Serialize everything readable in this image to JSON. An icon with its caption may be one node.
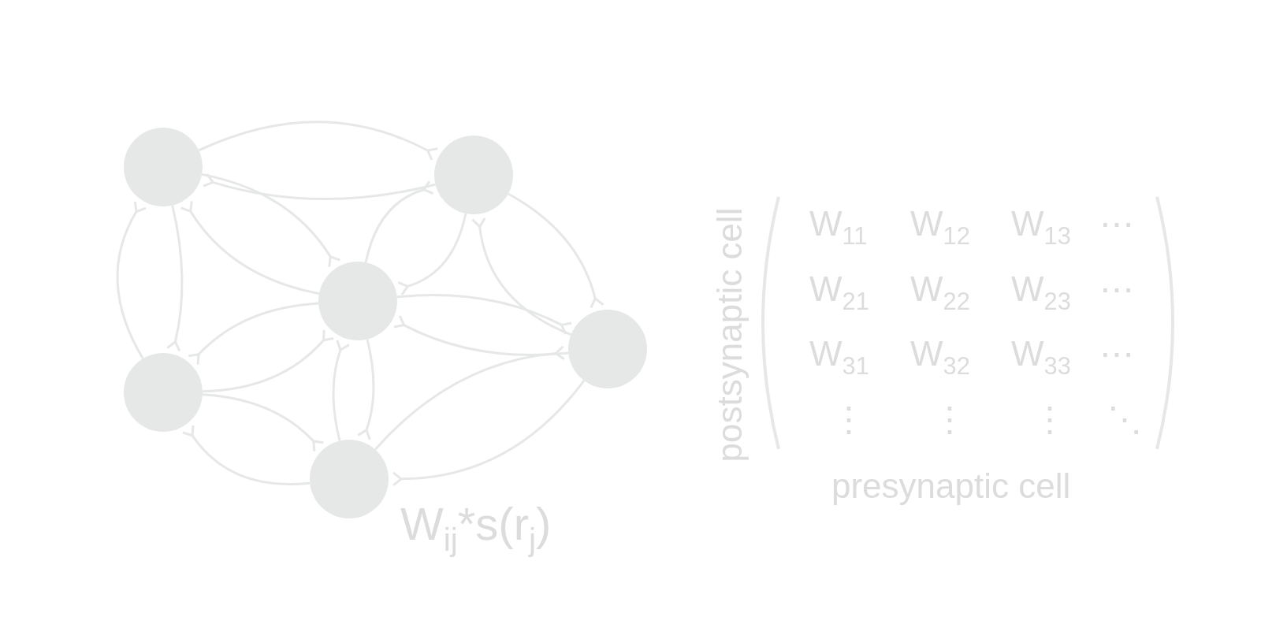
{
  "diagram": {
    "nodes": [
      {
        "text": [],
        "shape": "circle"
      },
      {
        "text": [],
        "shape": "circle"
      },
      {
        "text": [],
        "shape": "circle"
      },
      {
        "text": [],
        "shape": "circle"
      },
      {
        "text": [],
        "shape": "circle"
      },
      {
        "text": [],
        "shape": "circle"
      }
    ],
    "edges": [
      {
        "from": 0,
        "to": 1,
        "arrow": "other"
      },
      {
        "from": 1,
        "to": 0,
        "arrow": "other"
      },
      {
        "from": 0,
        "to": 2,
        "arrow": "other"
      },
      {
        "from": 2,
        "to": 0,
        "arrow": "other"
      },
      {
        "from": 0,
        "to": 4,
        "arrow": "other"
      },
      {
        "from": 4,
        "to": 0,
        "arrow": "other"
      },
      {
        "from": 2,
        "to": 1,
        "arrow": "other"
      },
      {
        "from": 1,
        "to": 2,
        "arrow": "other"
      },
      {
        "from": 1,
        "to": 3,
        "arrow": "other"
      },
      {
        "from": 3,
        "to": 1,
        "arrow": "other"
      },
      {
        "from": 2,
        "to": 3,
        "arrow": "other"
      },
      {
        "from": 3,
        "to": 2,
        "arrow": "other"
      },
      {
        "from": 2,
        "to": 4,
        "arrow": "other"
      },
      {
        "from": 4,
        "to": 2,
        "arrow": "other"
      },
      {
        "from": 2,
        "to": 5,
        "arrow": "other"
      },
      {
        "from": 5,
        "to": 2,
        "arrow": "other"
      },
      {
        "from": 4,
        "to": 5,
        "arrow": "other"
      },
      {
        "from": 5,
        "to": 4,
        "arrow": "other"
      },
      {
        "from": 5,
        "to": 3,
        "arrow": "other"
      },
      {
        "from": 3,
        "to": 5,
        "arrow": "other"
      }
    ],
    "labels": [
      "W$_{ij}$*s(r$_{j}$)",
      "postsynaptic cell",
      "W$_{11}$",
      "W$_{12}$",
      "W$_{13}$",
      "⋯",
      "W$_{21}$",
      "W$_{22}$",
      "W$_{23}$",
      "⋯",
      "W$_{31}$",
      "W$_{32}$",
      "W$_{33}$",
      "⋯",
      "⋮",
      "⋮",
      "⋮",
      "⋱",
      "presynaptic cell"
    ]
  }
}
